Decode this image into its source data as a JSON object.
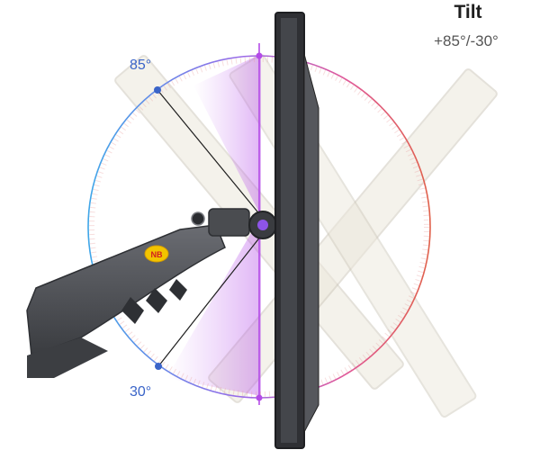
{
  "title": "Tilt",
  "range": "+85°/-30°",
  "angles": {
    "up": "85°",
    "down": "30°"
  },
  "logo_text": "NB",
  "colors": {
    "arc_blue": "#3a64c8",
    "arc_red": "#e0604a",
    "arc_purple": "#b44be8",
    "monitor_frame": "#3b3b3f",
    "monitor_edge": "#6a6b70",
    "arm": "#4a4c50",
    "ghost": "#e6e2d6"
  }
}
